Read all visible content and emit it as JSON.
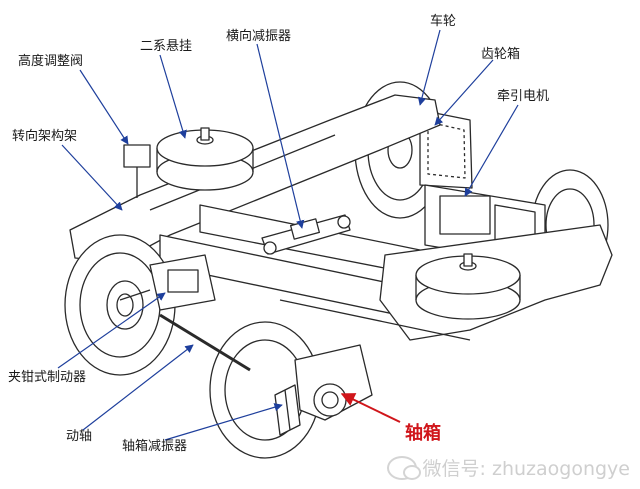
{
  "labels": {
    "height_valve": "高度调整阀",
    "secondary_suspension": "二系悬挂",
    "lateral_damper": "横向减振器",
    "wheel": "车轮",
    "gearbox": "齿轮箱",
    "traction_motor": "牵引电机",
    "bogie_frame": "转向架构架",
    "caliper_brake": "夹钳式制动器",
    "motor_axle": "动轴",
    "axlebox_damper": "轴箱减振器",
    "axlebox": "轴箱"
  },
  "watermark": {
    "icon": "wechat-icon",
    "text": "微信号: zhuzaogongye"
  },
  "colors": {
    "label_text": "#1a1a1a",
    "arrow_blue": "#1e3f9c",
    "highlight_red": "#d0161b",
    "line_art": "#2a2a2a",
    "watermark": "#cfcfcf"
  }
}
